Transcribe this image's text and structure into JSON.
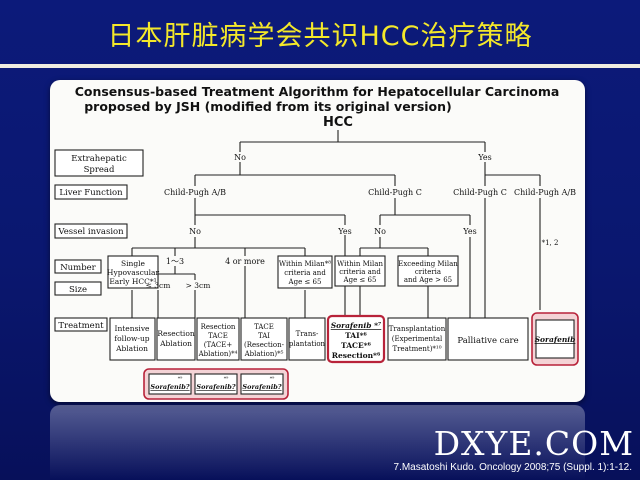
{
  "slide_title": "日本肝脏病学会共识HCC治疗策略",
  "figure": {
    "heading_line1": "Consensus-based Treatment Algorithm for Hepatocellular Carcinoma",
    "heading_line2": "proposed by JSH (modified from its original version)",
    "root": "HCC"
  },
  "row_labels": {
    "extrahepatic_1": "Extrahepatic",
    "extrahepatic_2": "Spread",
    "liver_function": "Liver Function",
    "vessel_invasion": "Vessel invasion",
    "number": "Number",
    "size": "Size",
    "treatment": "Treatment"
  },
  "nodes": {
    "no": "No",
    "yes": "Yes",
    "child_ab": "Child-Pugh A/B",
    "child_c": "Child-Pugh C",
    "child_c_right": "Child-Pugh C",
    "child_ab_right": "Child-Pugh A/B",
    "vi_no_left": "No",
    "vi_yes_left": "Yes",
    "vi_no_right": "No",
    "vi_yes_right": "Yes",
    "single_1": "Single",
    "single_2": "Hypovascular",
    "single_3": "Early HCC*¹",
    "one_to_three": "1～3",
    "four_more": "4 or more",
    "within_milan_1": "Within Milan*⁸",
    "within_milan_2": "criteria and",
    "within_milan_3": "Age ≤ 65",
    "le3": "≤ 3cm",
    "gt3": "> 3cm",
    "r_within_1": "Within Milan",
    "r_within_2": "criteria and",
    "r_within_3": "Age ≤ 65",
    "r_exceed_1": "Exceeding Milan",
    "r_exceed_2": "criteria",
    "r_exceed_3": "and Age > 65",
    "note_ab": "*1, 2"
  },
  "treatments": {
    "intensive_1": "Intensive",
    "intensive_2": "follow-up",
    "intensive_3": "Ablation",
    "resection_1": "Resection",
    "resection_2": "Ablation",
    "res_tace_1": "Resection",
    "res_tace_2": "TACE",
    "res_tace_3": "(TACE+",
    "res_tace_4": "Ablation)*⁴",
    "tace_tai_1": "TACE",
    "tace_tai_2": "TAI",
    "tace_tai_3": "(Resection-",
    "tace_tai_4": "Ablation)*⁵",
    "transplant_1": "Trans-",
    "transplant_2": "plantation",
    "sorafenib_block_1": "Sorafenib *⁷",
    "sorafenib_block_2": "TAI*⁶",
    "sorafenib_block_3": "TACE*⁶",
    "sorafenib_block_4": "Resection*⁶",
    "transplant_exp_1": "Transplantation",
    "transplant_exp_2": "(Experimental",
    "transplant_exp_3": "Treatment)*¹⁰",
    "palliative": "Palliative care",
    "sorafenib_final": "Sorafenib"
  },
  "sub_sorafenib": {
    "sup": "*⁹",
    "label": "Sorafenib?"
  },
  "watermark": "DXYE.COM",
  "citation": "7.Masatoshi Kudo. Oncology 2008;75 (Suppl. 1):1-12.",
  "colors": {
    "background": "#0b1877",
    "title": "#f4e82a",
    "highlight_border": "#b8233a",
    "highlight_fill": "#f4d3d6"
  }
}
